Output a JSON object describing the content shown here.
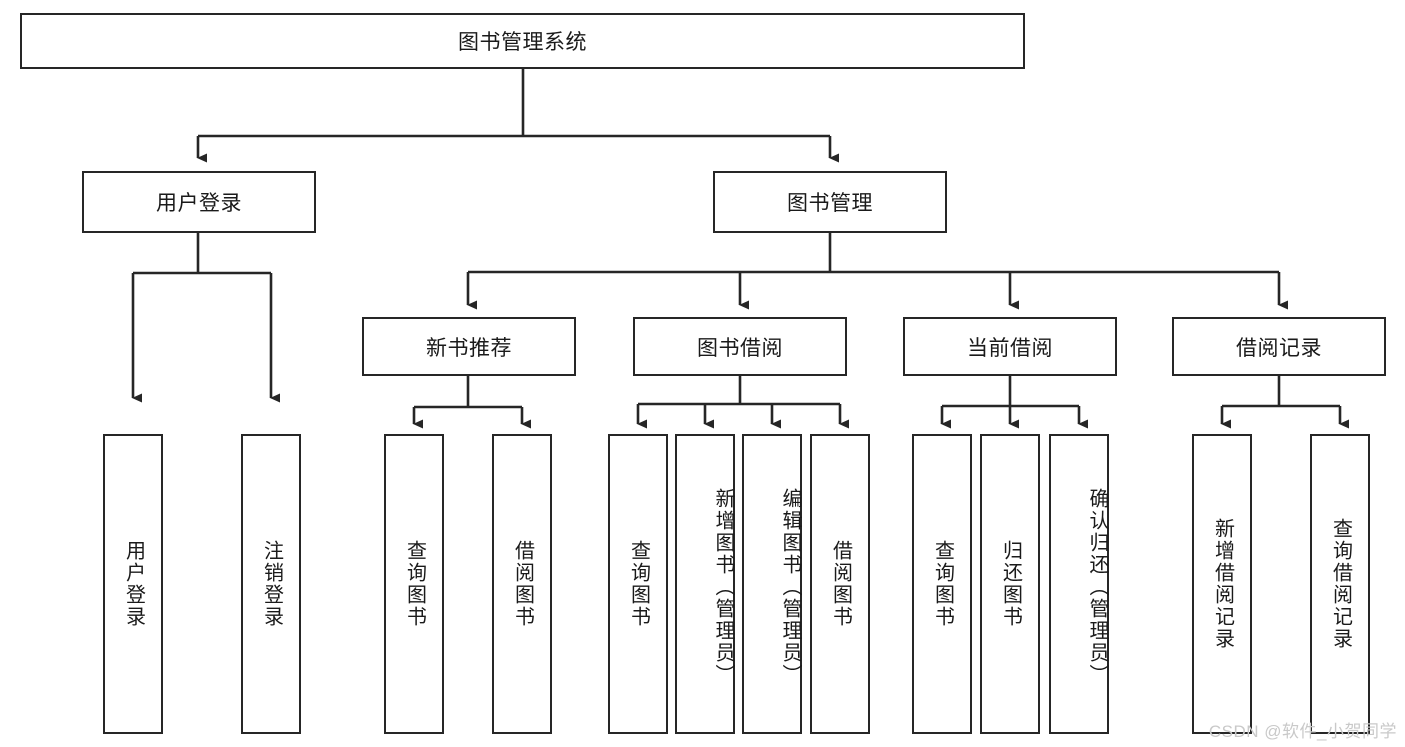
{
  "diagram": {
    "type": "tree",
    "title": "图书管理系统",
    "watermark": "CSDN @软件_小贺同学",
    "colors": {
      "stroke": "#262626",
      "fill": "#ffffff",
      "text": "#1a1a1a",
      "watermark": "#c9c9c9"
    },
    "levels": {
      "root": {
        "label": "图书管理系统"
      },
      "level2": [
        {
          "label": "用户登录"
        },
        {
          "label": "图书管理"
        }
      ],
      "level3": [
        {
          "label": "新书推荐"
        },
        {
          "label": "图书借阅"
        },
        {
          "label": "当前借阅"
        },
        {
          "label": "借阅记录"
        }
      ],
      "leaves": [
        {
          "label": "用户登录",
          "parent": "用户登录"
        },
        {
          "label": "注销登录",
          "parent": "用户登录"
        },
        {
          "label": "查询图书",
          "parent": "新书推荐"
        },
        {
          "label": "借阅图书",
          "parent": "新书推荐"
        },
        {
          "label": "查询图书",
          "parent": "图书借阅"
        },
        {
          "label": "新增图书（管理员）",
          "parent": "图书借阅"
        },
        {
          "label": "编辑图书（管理员）",
          "parent": "图书借阅"
        },
        {
          "label": "借阅图书",
          "parent": "图书借阅"
        },
        {
          "label": "查询图书",
          "parent": "当前借阅"
        },
        {
          "label": "归还图书",
          "parent": "当前借阅"
        },
        {
          "label": "确认归还（管理员）",
          "parent": "当前借阅"
        },
        {
          "label": "新增借阅记录",
          "parent": "借阅记录"
        },
        {
          "label": "查询借阅记录",
          "parent": "借阅记录"
        }
      ]
    }
  }
}
